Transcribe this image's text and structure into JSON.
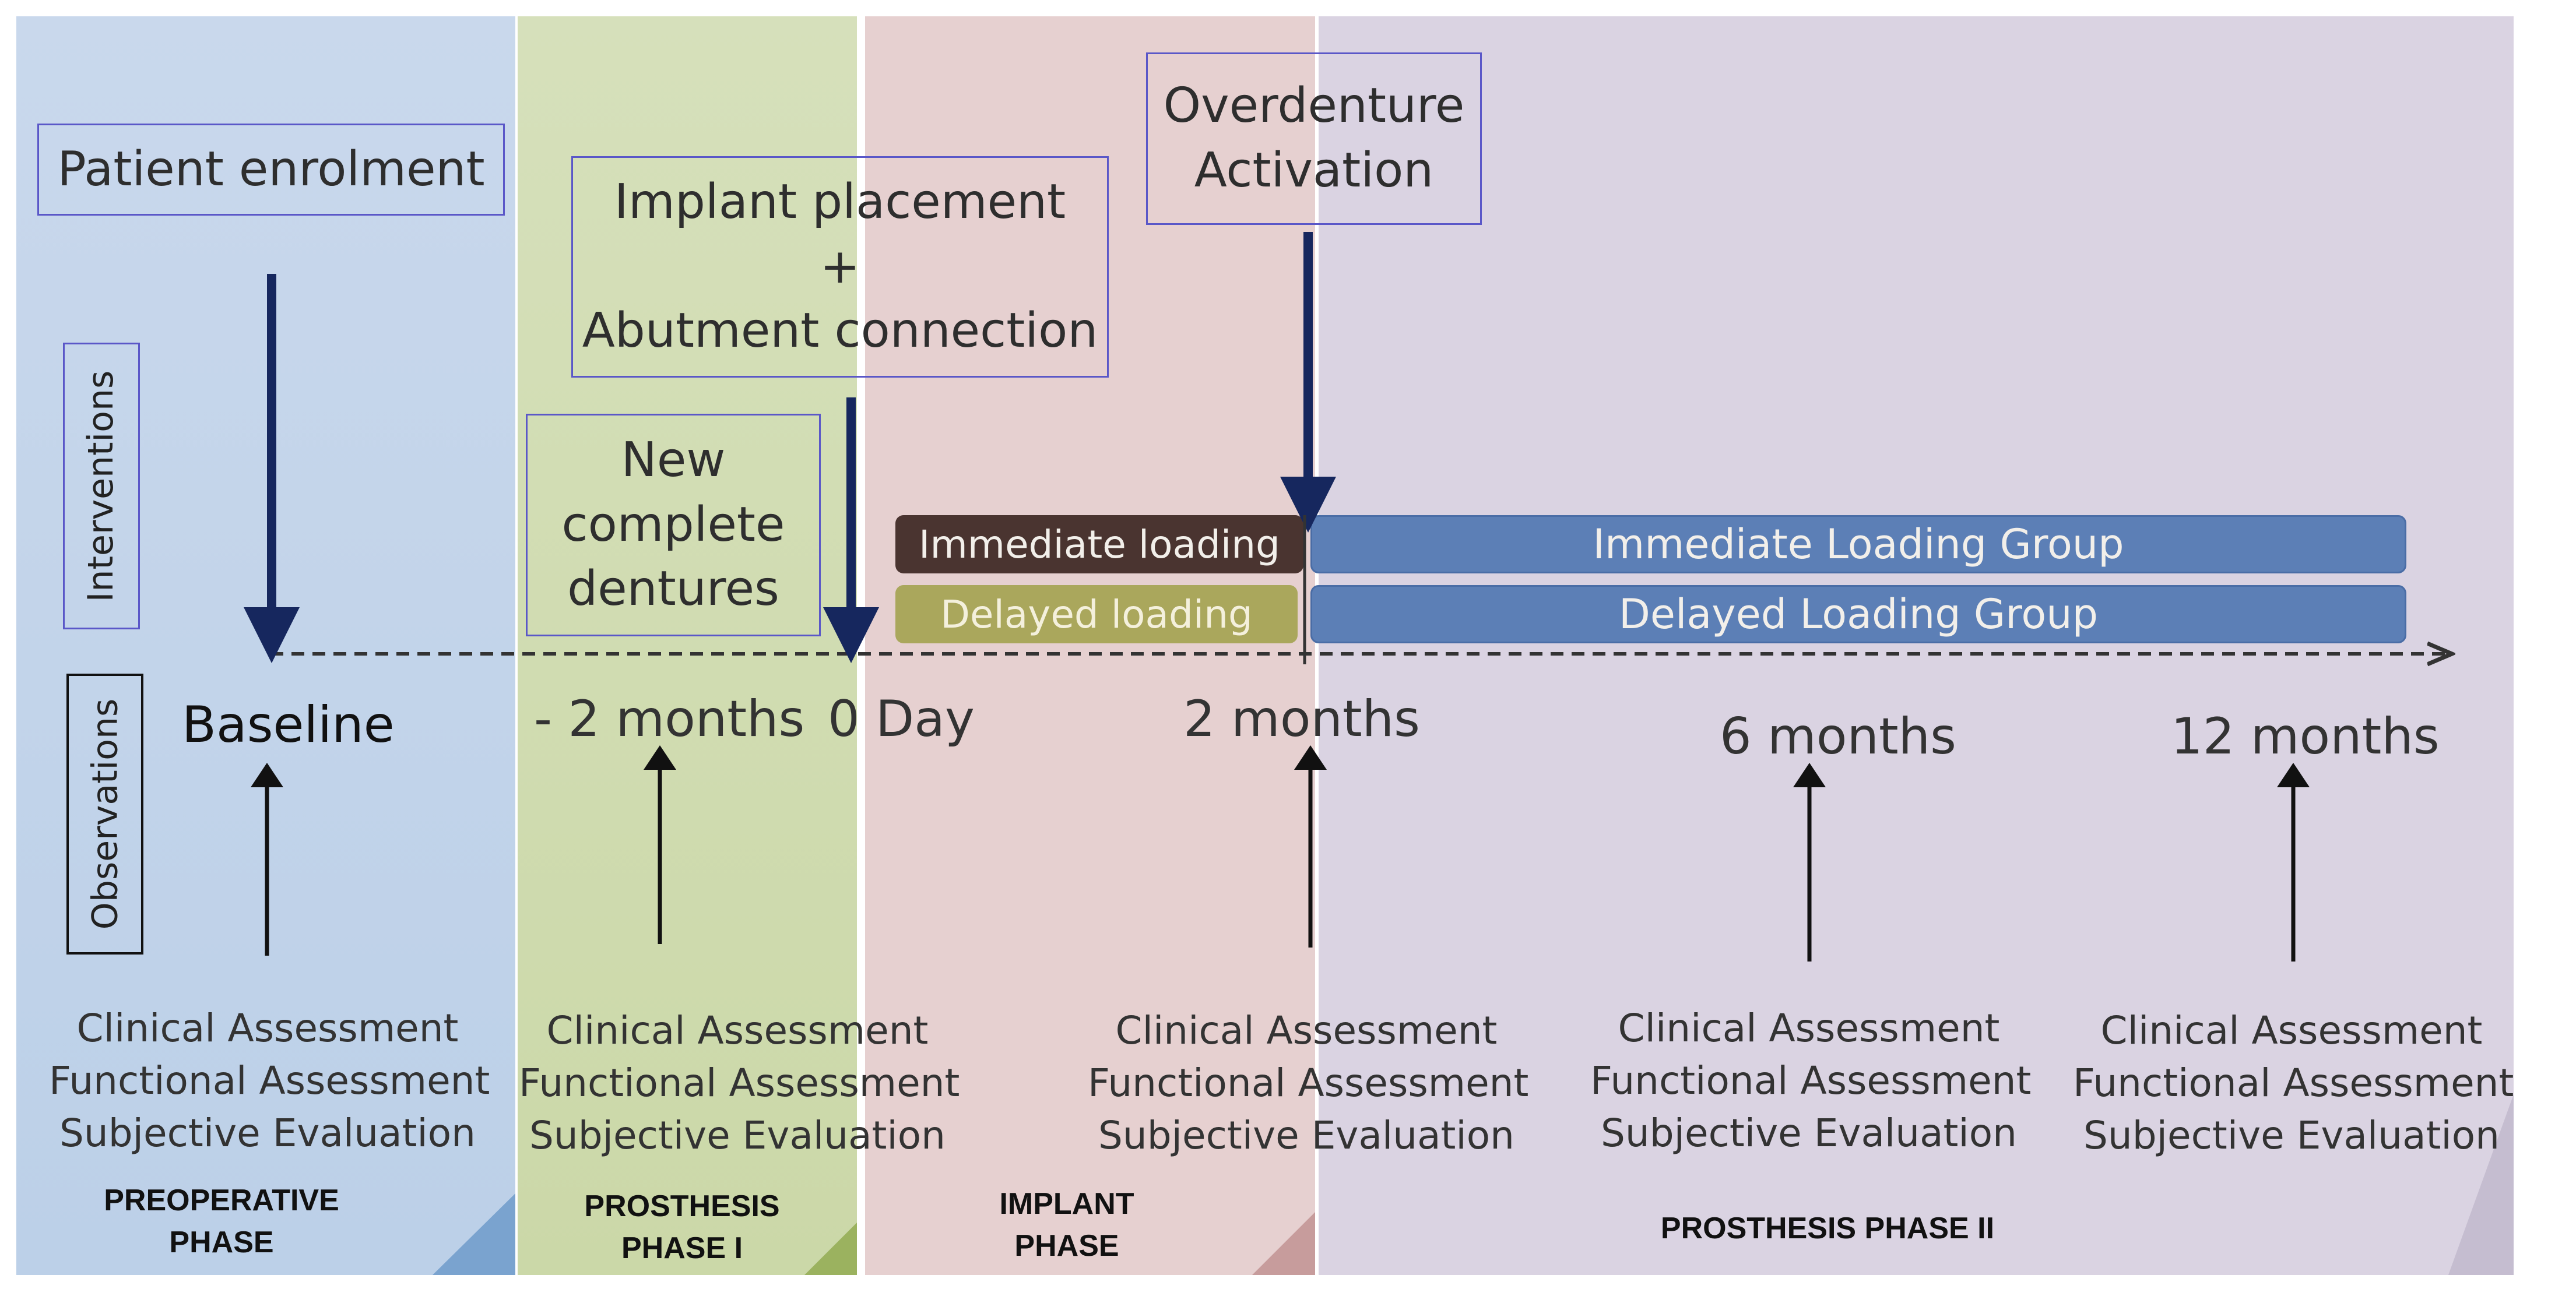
{
  "header_boxes": {
    "enrolment": "Patient enrolment",
    "implant": [
      "Implant placement",
      "+",
      "Abutment connection"
    ],
    "dentures": [
      "New",
      "complete",
      "dentures"
    ],
    "overdenture": [
      "Overdenture",
      "Activation"
    ]
  },
  "side_labels": {
    "interventions": "Interventions",
    "observations": "Observations"
  },
  "timepoints": {
    "baseline": "Baseline",
    "minus2m": "- 2 months",
    "day0": "0 Day",
    "m2": "2 months",
    "m6": "6 months",
    "m12": "12 months"
  },
  "loading": {
    "immediate": "Immediate loading",
    "delayed": "Delayed loading",
    "immediate_group": "Immediate Loading Group",
    "delayed_group": "Delayed Loading Group"
  },
  "assessments": [
    "Clinical Assessment",
    "Functional Assessment",
    "Subjective Evaluation"
  ],
  "phases": {
    "preoperative": "PREOPERATIVE\nPHASE",
    "prosthesis1": "PROSTHESIS\nPHASE I",
    "implant": "IMPLANT\nPHASE",
    "prosthesis2": "PROSTHESIS PHASE II"
  },
  "colors": {
    "preoperative_bg": "#c6d5ea",
    "prosthesis1_bg": "#d3ddb6",
    "implant_bg": "#e5cfcf",
    "prosthesis2_bg": "#d9d2e1",
    "box_border": "#5a57c8",
    "arrow_navy": "#16275e",
    "immediate_loading": "#4a3430",
    "delayed_loading": "#aaa75c",
    "group_bar": "#5c7fb6"
  }
}
